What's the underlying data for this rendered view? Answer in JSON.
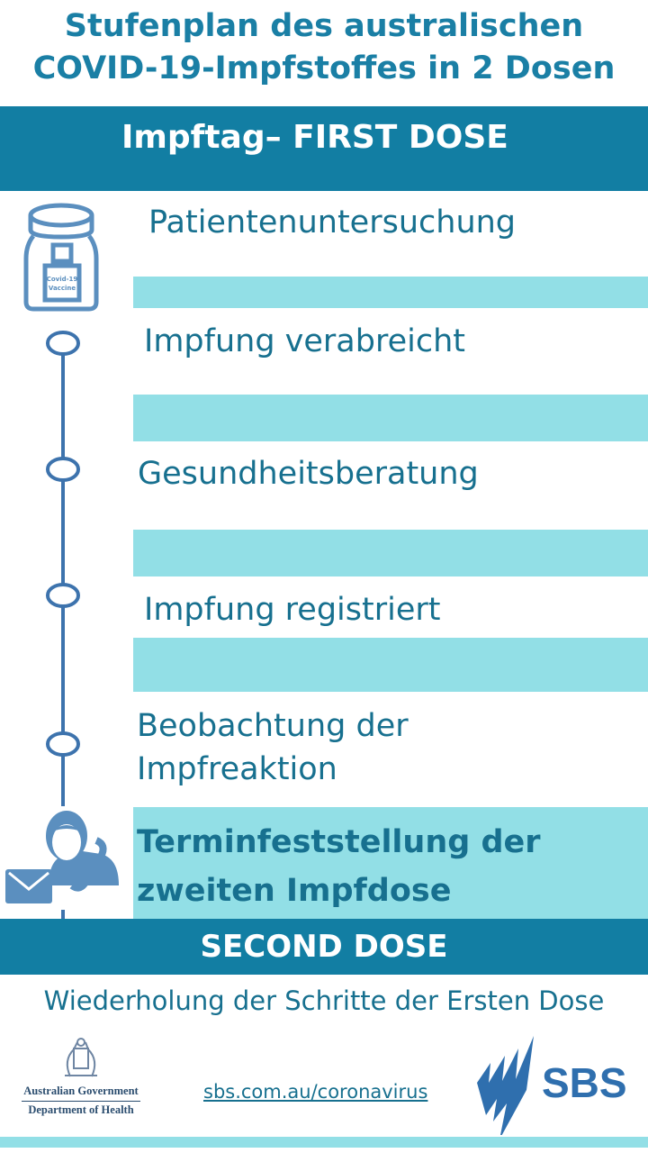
{
  "title": "Stufenplan des australischen COVID-19-Impfstoffes in 2 Dosen",
  "first_dose_header": "Impftag– FIRST DOSE",
  "steps": [
    "Patientenuntersuchung",
    "Impfung verabreicht",
    "Gesundheitsberatung",
    "Impfung registriert",
    "Beobachtung der Impfreaktion",
    "Terminfeststellung  der zweiten Impfdose"
  ],
  "vial_label": "Covid-19 Vaccine",
  "second_dose_header": "SECOND DOSE",
  "repeat_text": "Wiederholung der Schritte der Ersten Dose",
  "footer": {
    "govt_line1": "Australian Government",
    "govt_line2": "Department of Health",
    "link": "sbs.com.au/coronavirus",
    "sbs_logo": "SBS"
  },
  "colors": {
    "header_band": "#127ea3",
    "stripe": "#92dfe6",
    "text": "#17708f",
    "icon": "#5b8fbf"
  }
}
